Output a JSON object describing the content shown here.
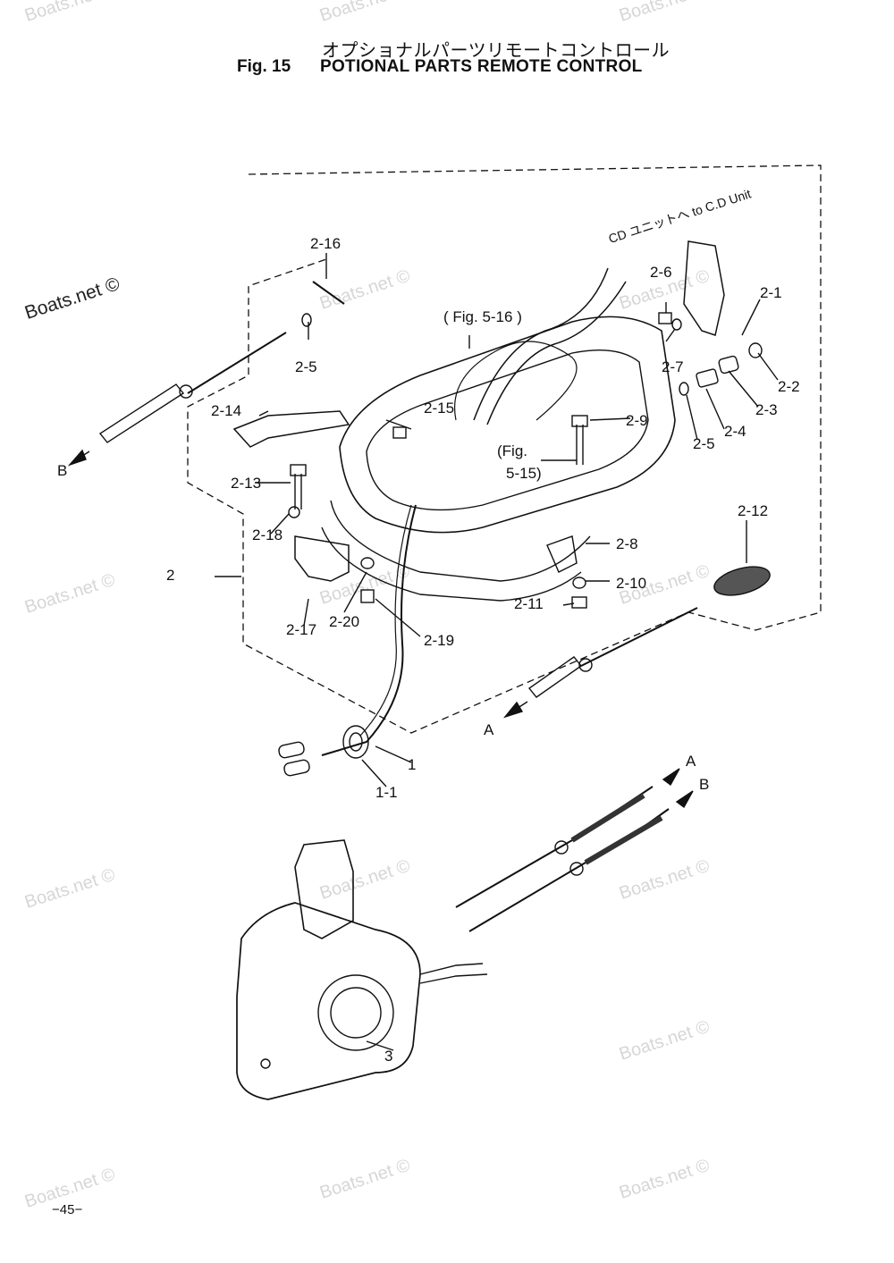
{
  "header": {
    "title_jp": "オプショナルパーツリモートコントロール",
    "fig_label": "Fig. 15",
    "title_en": "POTIONAL PARTS REMOTE CONTROL"
  },
  "watermarks": [
    "Boats.net ©",
    "Boats.net ©",
    "Boats.net ©",
    "Boats.net ©",
    "Boats.net ©",
    "Boats.net ©",
    "Boats.net ©",
    "Boats.net ©",
    "Boats.net ©",
    "Boats.net ©",
    "Boats.net ©",
    "Boats.net ©",
    "Boats.net ©",
    "Boats.net ©",
    "Boats.net ©",
    "Boats.net ©"
  ],
  "callouts": {
    "p2_16": "2-16",
    "p2_5a": "2-5",
    "fig516": "( Fig. 5-16 )",
    "cd_unit": "CD ユニットへ to C.D Unit",
    "p2_6": "2-6",
    "p2_1": "2-1",
    "p2_7": "2-7",
    "p2_2": "2-2",
    "p2_3": "2-3",
    "p2_4": "2-4",
    "p2_5b": "2-5",
    "p2_9": "2-9",
    "p2_15": "2-15",
    "p2_14": "2-14",
    "p2_13": "2-13",
    "p2_18": "2-18",
    "p2": "2",
    "p2_17": "2-17",
    "p2_20": "2-20",
    "p2_19": "2-19",
    "fig515a": "(Fig.",
    "fig515b": "5-15)",
    "p2_12": "2-12",
    "p2_8": "2-8",
    "p2_10": "2-10",
    "p2_11": "2-11",
    "p1": "1",
    "p1_1": "1-1",
    "p3": "3",
    "arrow_a1": "A",
    "arrow_b1": "B",
    "arrow_a2": "A",
    "arrow_b2": "B"
  },
  "footer": {
    "page": "−45−"
  }
}
